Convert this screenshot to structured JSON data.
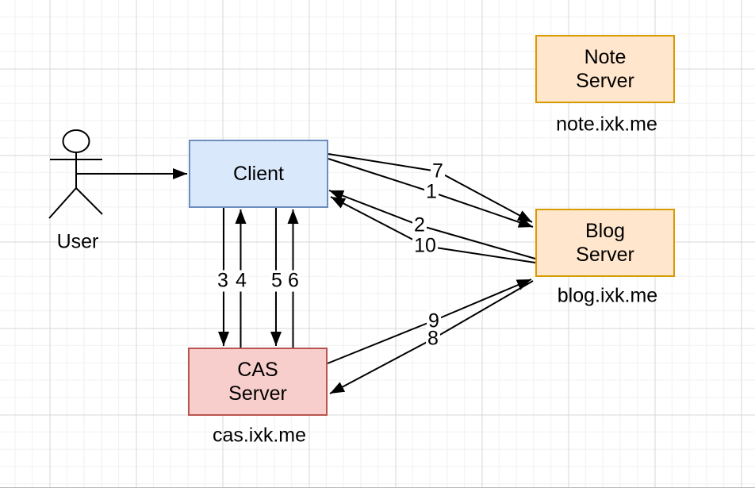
{
  "nodes": {
    "user": {
      "label": "User",
      "type": "actor"
    },
    "client": {
      "label": "Client"
    },
    "note": {
      "label": "Note\nServer",
      "domain": "note.ixk.me"
    },
    "blog": {
      "label": "Blog\nServer",
      "domain": "blog.ixk.me"
    },
    "cas": {
      "label": "CAS\nServer",
      "domain": "cas.ixk.me"
    }
  },
  "edges": {
    "labels": {
      "1": "1",
      "2": "2",
      "3": "3",
      "4": "4",
      "5": "5",
      "6": "6",
      "7": "7",
      "8": "8",
      "9": "9",
      "10": "10"
    },
    "connections": [
      {
        "label": "",
        "from": "user",
        "to": "client"
      },
      {
        "label": "1",
        "from": "client",
        "to": "blog"
      },
      {
        "label": "2",
        "from": "blog",
        "to": "client"
      },
      {
        "label": "3",
        "from": "client",
        "to": "cas"
      },
      {
        "label": "4",
        "from": "cas",
        "to": "client"
      },
      {
        "label": "5",
        "from": "client",
        "to": "cas"
      },
      {
        "label": "6",
        "from": "cas",
        "to": "client"
      },
      {
        "label": "7",
        "from": "client",
        "to": "blog"
      },
      {
        "label": "8",
        "from": "blog",
        "to": "cas"
      },
      {
        "label": "9",
        "from": "cas",
        "to": "blog"
      },
      {
        "label": "10",
        "from": "blog",
        "to": "client"
      }
    ]
  },
  "colors": {
    "client_fill": "#dae8fc",
    "client_stroke": "#6c8ebf",
    "server_fill": "#ffe6cc",
    "server_stroke": "#d79b00",
    "cas_fill": "#f8cecc",
    "cas_stroke": "#b85450",
    "edge": "#000000",
    "grid_minor": "#f1f1f1",
    "grid_major": "#d7d7d7"
  }
}
